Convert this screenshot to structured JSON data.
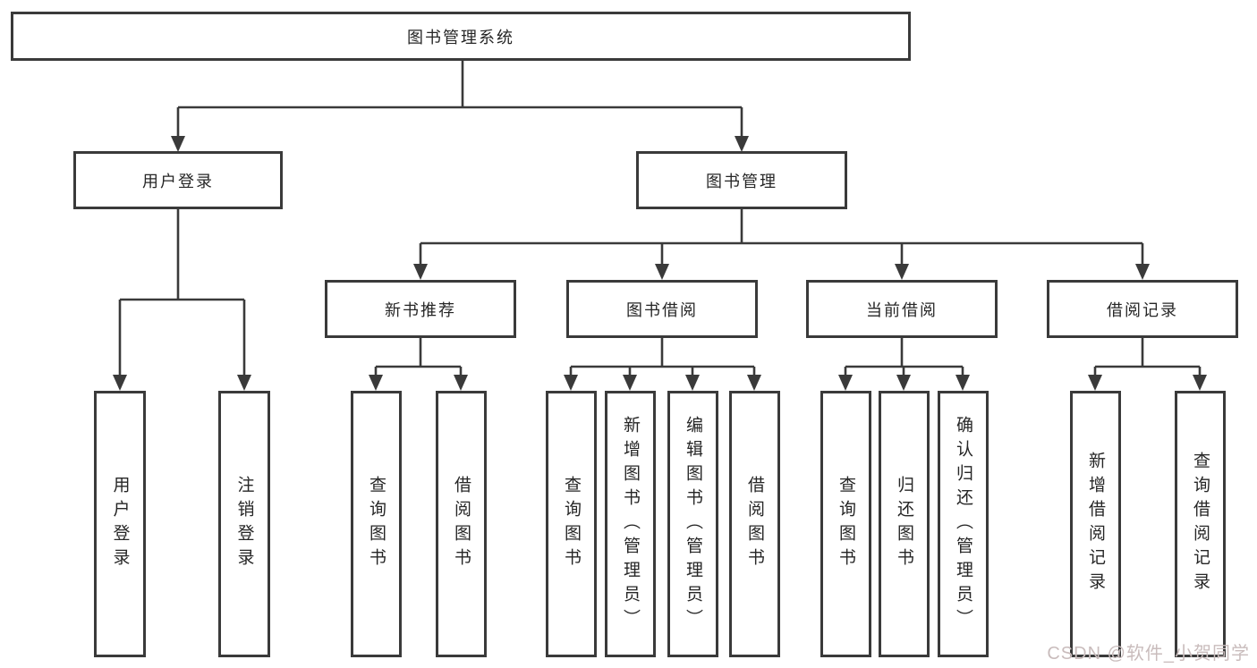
{
  "colors": {
    "line": "#3a3a3a",
    "text": "#262626",
    "watermark": "#c9bcbc",
    "bg": "#ffffff"
  },
  "watermark": "CSDN @软件_小贺同学",
  "nodes": {
    "root": "图书管理系统",
    "user_login": {
      "label": "用户登录",
      "children": [
        "用户登录",
        "注销登录"
      ]
    },
    "book_mgmt": {
      "label": "图书管理"
    },
    "sections": [
      {
        "label": "新书推荐",
        "children": [
          "查询图书",
          "借阅图书"
        ]
      },
      {
        "label": "图书借阅",
        "children": [
          "查询图书",
          "新增图书（管理员）",
          "编辑图书（管理员）",
          "借阅图书"
        ]
      },
      {
        "label": "当前借阅",
        "children": [
          "查询图书",
          "归还图书",
          "确认归还（管理员）"
        ]
      },
      {
        "label": "借阅记录",
        "children": [
          "新增借阅记录",
          "查询借阅记录"
        ]
      }
    ]
  }
}
